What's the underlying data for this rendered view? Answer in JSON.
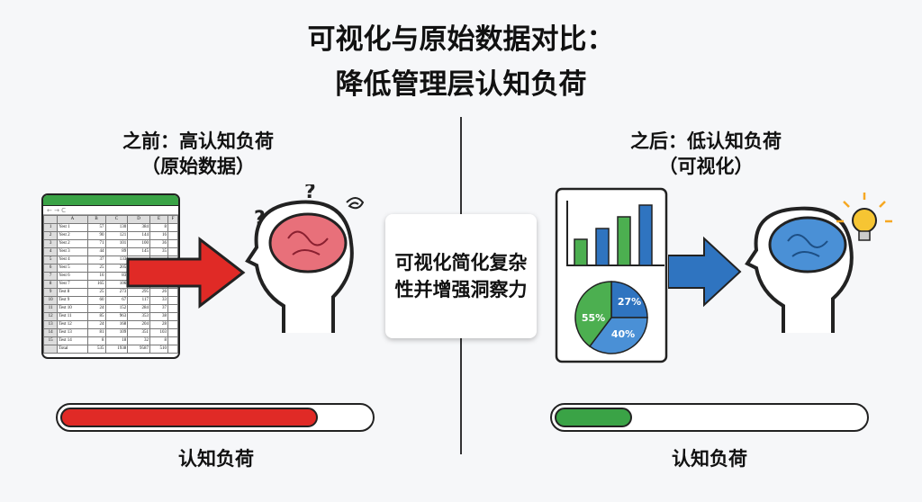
{
  "title": {
    "line1": "可视化与原始数据对比：",
    "line2": "降低管理层认知负荷"
  },
  "left": {
    "heading": "之前：高认知负荷",
    "subheading": "（原始数据）",
    "load_label": "认知负荷",
    "load_level_percent": 83,
    "load_color": "#e02a26",
    "spreadsheet": {
      "columns": [
        "",
        "A",
        "B",
        "C",
        "D",
        "E",
        "F"
      ],
      "rows": [
        [
          "1",
          "Yest 1",
          "57",
          "130",
          "384",
          "8",
          ""
        ],
        [
          "2",
          "Yest 2",
          "90",
          "121",
          "144",
          "16",
          ""
        ],
        [
          "3",
          "Yest 2",
          "71",
          "101",
          "100",
          "36",
          ""
        ],
        [
          "4",
          "Yest 3",
          "44",
          "89",
          "145",
          "35",
          ""
        ],
        [
          "5",
          "Yest 4",
          "37",
          "133",
          "",
          "",
          ""
        ],
        [
          "6",
          "Yest 5",
          "25",
          "205",
          "",
          "",
          ""
        ],
        [
          "7",
          "Yest 6",
          "16",
          "83",
          "",
          "",
          ""
        ],
        [
          "8",
          "Yest 7",
          "165",
          "106",
          "",
          "",
          ""
        ],
        [
          "9",
          "Test 8",
          "25",
          "273",
          "295",
          "26",
          ""
        ],
        [
          "10",
          "Test 9",
          "60",
          "67",
          "117",
          "33",
          ""
        ],
        [
          "11",
          "Test 10",
          "24",
          "152",
          "284",
          "37",
          ""
        ],
        [
          "12",
          "Test 11",
          "85",
          "963",
          "353",
          "38",
          ""
        ],
        [
          "13",
          "Test 12",
          "24",
          "168",
          "204",
          "28",
          ""
        ],
        [
          "14",
          "Test 13",
          "81",
          "109",
          "351",
          "103",
          ""
        ],
        [
          "15",
          "Test 14",
          "8",
          "18",
          "32",
          "8",
          ""
        ],
        [
          "",
          "Total",
          "535",
          "1938",
          "9587",
          "510",
          ""
        ]
      ]
    }
  },
  "center": {
    "text": "可视化简化复杂性并增强洞察力"
  },
  "right": {
    "heading": "之后：低认知负荷",
    "subheading": "（可视化）",
    "load_label": "认知负荷",
    "load_level_percent": 25,
    "load_color": "#3aa346",
    "pie_labels": [
      "27%",
      "40%",
      "55%"
    ]
  },
  "colors": {
    "green": "#4caf50",
    "blue": "#2f74c0",
    "red": "#e02a26",
    "brain_pink": "#e8707a",
    "brain_blue": "#4a90d6",
    "bulb": "#f6c533"
  }
}
